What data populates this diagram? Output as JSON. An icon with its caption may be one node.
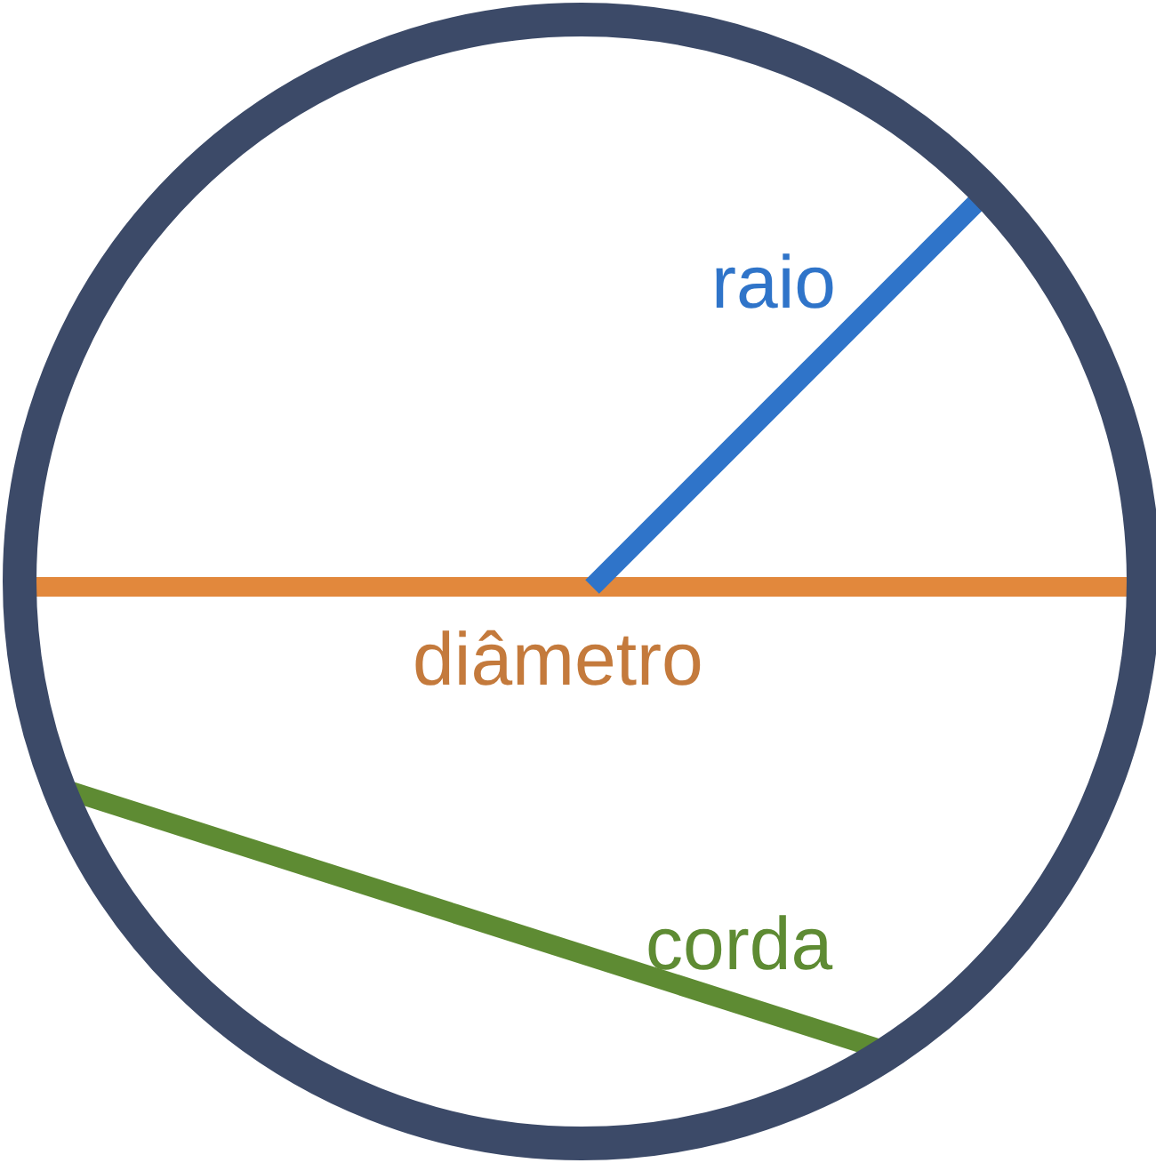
{
  "diagram": {
    "labels": [
      "raio",
      "diâmetro",
      "corda"
    ]
  }
}
